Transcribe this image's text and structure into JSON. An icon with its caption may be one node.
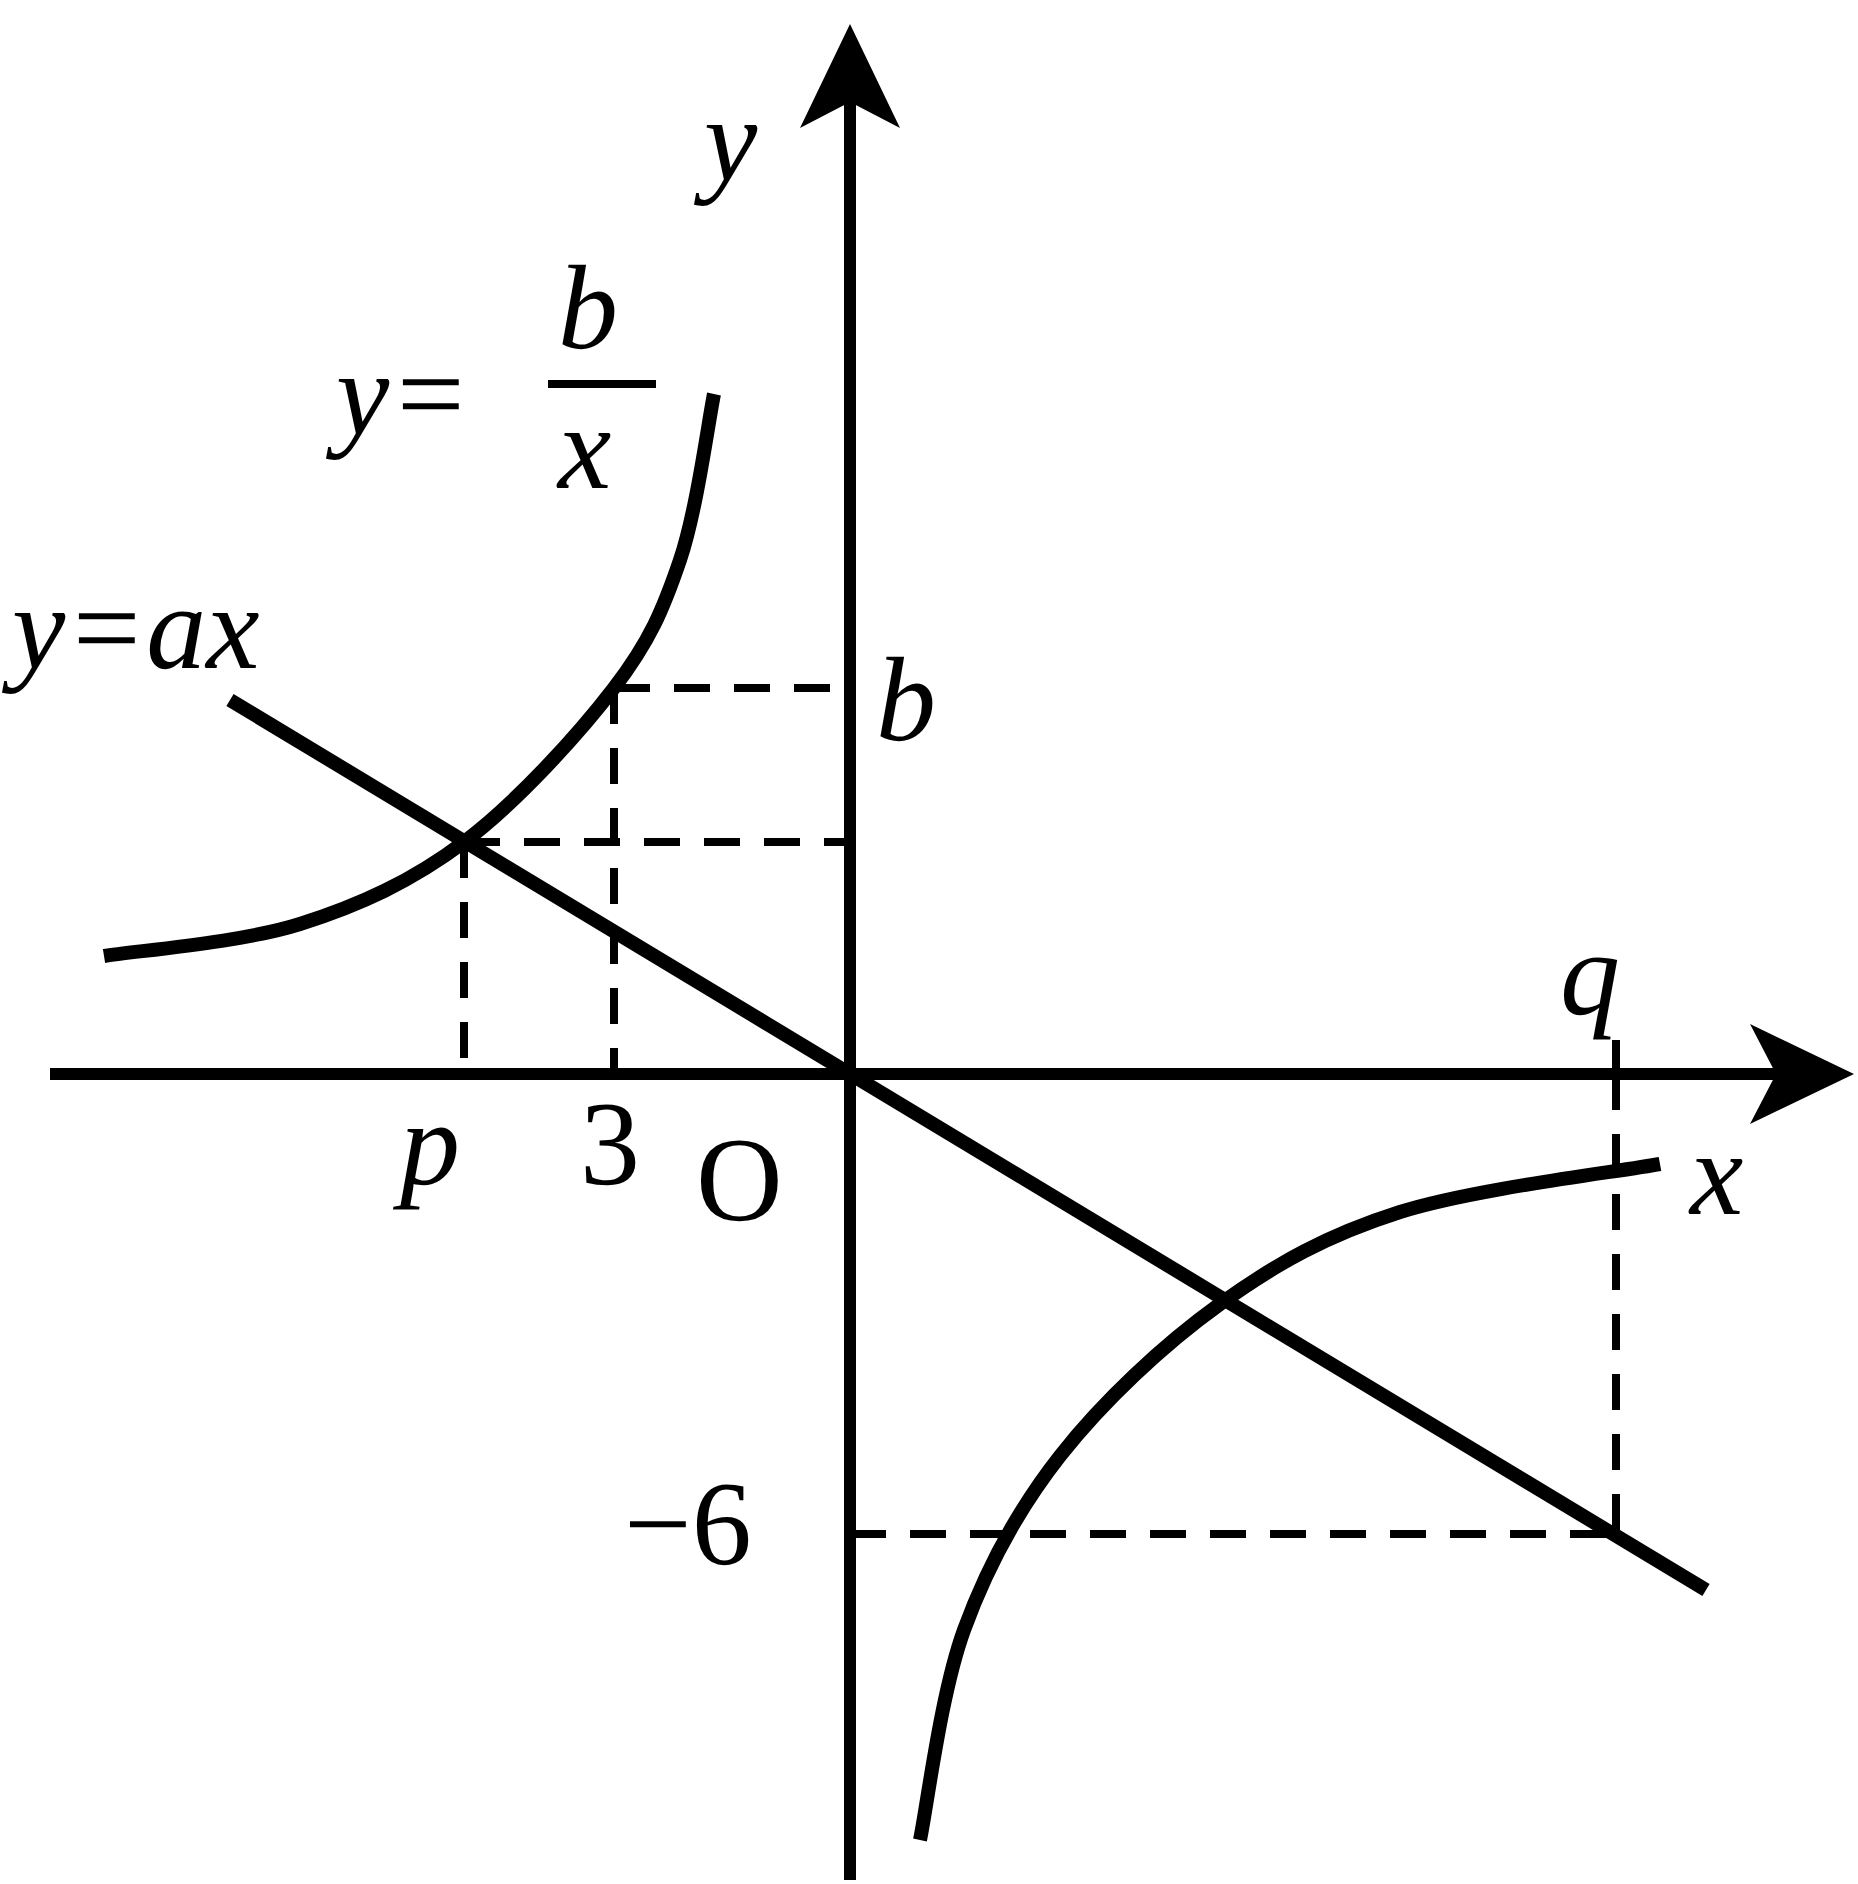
{
  "diagram": {
    "labels": [
      "y",
      "y=",
      "b",
      "x",
      "y=ax",
      "b",
      "p",
      "3",
      "O",
      "q",
      "x",
      "−6"
    ]
  }
}
